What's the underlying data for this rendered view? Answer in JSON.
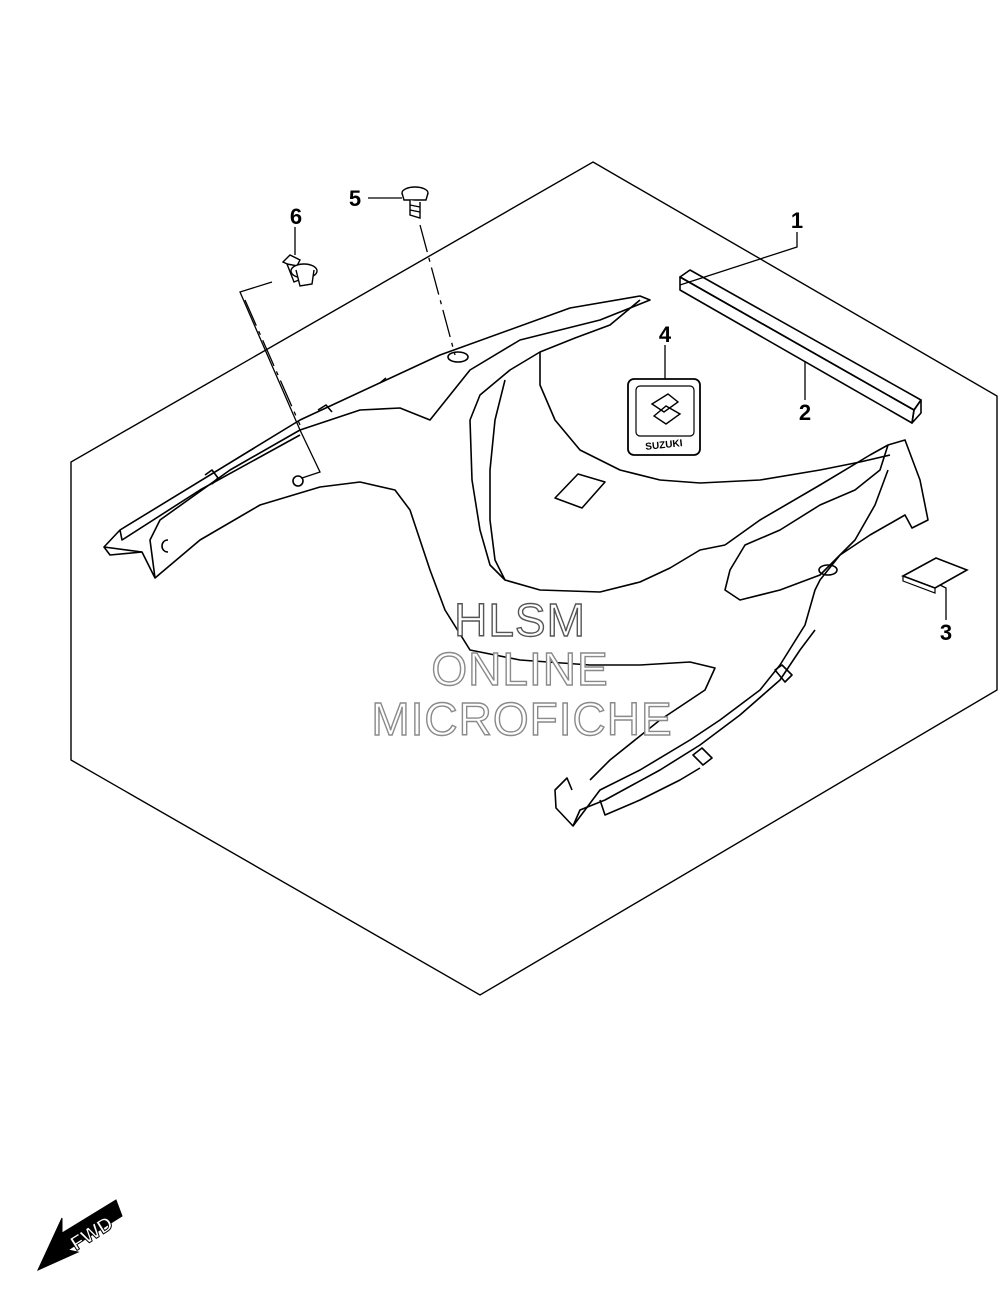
{
  "diagram": {
    "callouts": [
      {
        "id": "1",
        "label": "1"
      },
      {
        "id": "2",
        "label": "2"
      },
      {
        "id": "3",
        "label": "3"
      },
      {
        "id": "4",
        "label": "4"
      },
      {
        "id": "5",
        "label": "5"
      },
      {
        "id": "6",
        "label": "6"
      }
    ],
    "watermark": {
      "line1": "HLSM",
      "line2": "ONLINE",
      "line3": "MICROFICHE"
    },
    "direction_arrow": "FWD",
    "emblem_text": "SUZUKI",
    "colors": {
      "line": "#000000",
      "background": "#ffffff",
      "watermark_outline": "#8a8a8a"
    }
  }
}
